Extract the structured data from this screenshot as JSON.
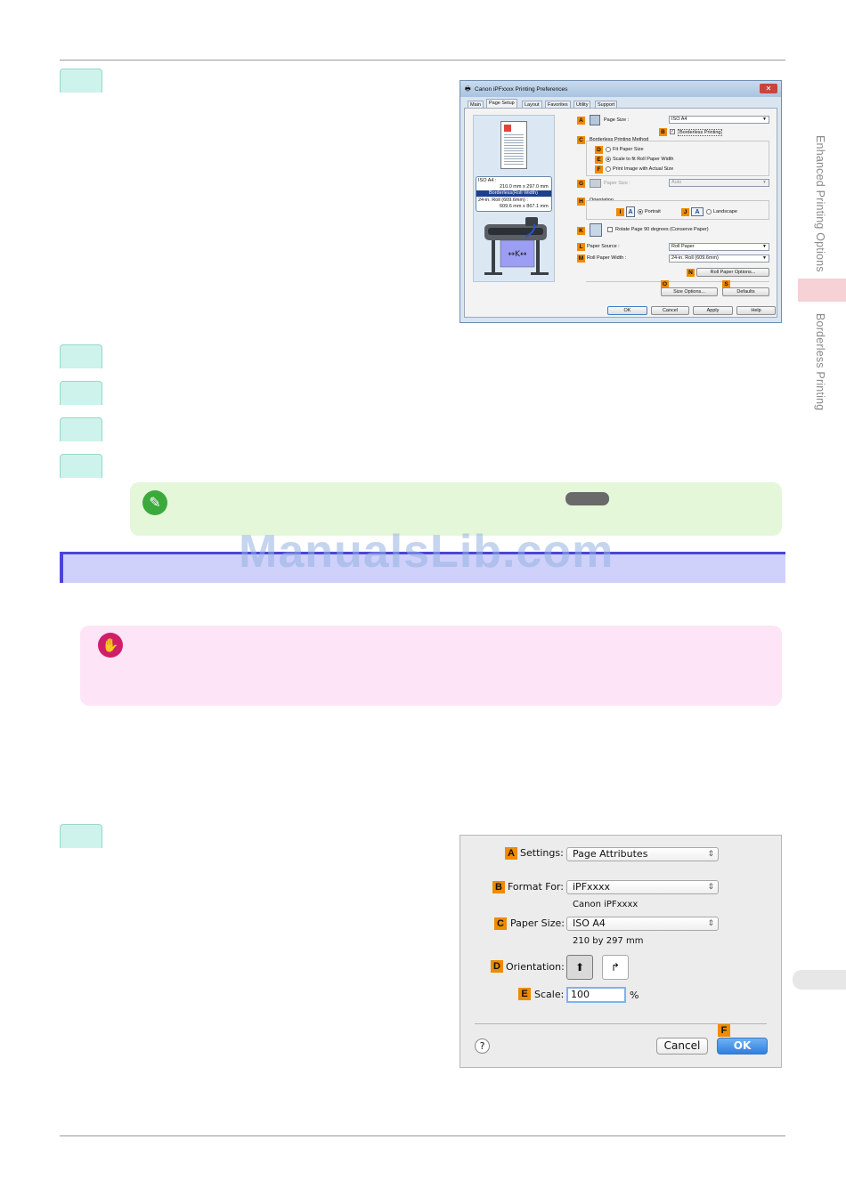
{
  "side_nav": {
    "chapter": "Enhanced Printing Options",
    "section": "Borderless Printing"
  },
  "watermark": "ManualsLib.com",
  "note_icon": "pencil-icon",
  "important_icon": "hand-stop-icon",
  "win_dialog": {
    "title": "Canon iPFxxxx Printing Preferences",
    "close": "✕",
    "tabs": [
      "Main",
      "Page Setup",
      "Layout",
      "Favorites",
      "Utility",
      "Support"
    ],
    "preview": {
      "line1": "ISO A4 :",
      "line2": "210.0 mm x 297.0 mm",
      "line3": "Borderless(Roll Width)",
      "line4": "24-in. Roll (609.6mm) :",
      "line5": "609.6 mm x 867.1 mm"
    },
    "labels": {
      "A": "A",
      "B": "B",
      "C": "C",
      "D": "D",
      "E": "E",
      "F": "F",
      "G": "G",
      "H": "H",
      "I": "I",
      "J": "J",
      "K": "K",
      "L": "L",
      "M": "M",
      "N": "N",
      "O": "O",
      "S": "S"
    },
    "page_size_label": "Page Size :",
    "page_size_value": "ISO A4",
    "borderless_printing": "Borderless Printing",
    "borderless_method": "Borderless Printing Method",
    "fit_paper_size": "Fit Paper Size",
    "scale_to_fit": "Scale to fit Roll Paper Width",
    "print_actual": "Print Image with Actual Size",
    "paper_size_label": "Paper Size :",
    "paper_size_value": "Auto",
    "orientation": "Orientation",
    "portrait": "Portrait",
    "landscape": "Landscape",
    "orient_glyph": "A",
    "rotate": "Rotate Page 90 degrees (Conserve Paper)",
    "paper_source_label": "Paper Source :",
    "paper_source_value": "Roll Paper",
    "roll_width_label": "Roll Paper Width :",
    "roll_width_value": "24-in. Roll (609.6mm)",
    "roll_options": "Roll Paper Options...",
    "size_options": "Size Options...",
    "defaults": "Defaults",
    "ok": "OK",
    "cancel": "Cancel",
    "apply": "Apply",
    "help": "Help"
  },
  "mac_dialog": {
    "letters": {
      "A": "A",
      "B": "B",
      "C": "C",
      "D": "D",
      "E": "E",
      "F": "F"
    },
    "settings_label": "Settings:",
    "settings_value": "Page Attributes",
    "format_label": "Format For:",
    "format_value": "iPFxxxx",
    "format_sub": "Canon iPFxxxx",
    "paper_label": "Paper Size:",
    "paper_value": "ISO A4",
    "paper_sub": "210 by 297 mm",
    "orientation_label": "Orientation:",
    "scale_label": "Scale:",
    "scale_value": "100",
    "scale_unit": "%",
    "help": "?",
    "cancel": "Cancel",
    "ok": "OK"
  }
}
